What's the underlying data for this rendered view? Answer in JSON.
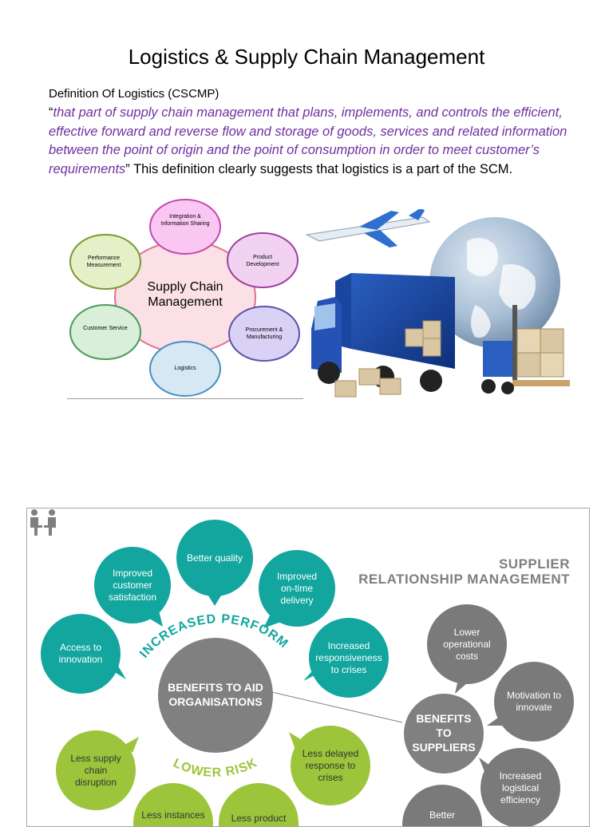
{
  "page": {
    "title": "Logistics & Supply Chain Management",
    "definition_heading": "Definition Of Logistics (CSCMP)",
    "quote_open": "“",
    "quote_text": "that part of supply chain management that plans, implements, and controls the efficient, effective forward and reverse flow and storage of goods, services and related information between the point of origin and the point of consumption in order to  meet customer’s requirements",
    "quote_close": "”",
    "tail_text": " This definition clearly suggests that logistics is a part of the SCM."
  },
  "scm_diagram": {
    "center": "Supply Chain Management",
    "nodes": [
      {
        "label": "Integration & Information Sharing",
        "color": "#f9c7f2",
        "stroke": "#c04ab0"
      },
      {
        "label": "Product Development",
        "color": "#f1d2f1",
        "stroke": "#a040a0"
      },
      {
        "label": "Procurement & Manufacturing",
        "color": "#d9d2f4",
        "stroke": "#6050b0"
      },
      {
        "label": "Logistics",
        "color": "#d5e8f4",
        "stroke": "#4a8fc0"
      },
      {
        "label": "Customer Service",
        "color": "#d9efd9",
        "stroke": "#4a9a5a"
      },
      {
        "label": "Performance Measurement",
        "color": "#e6f0c8",
        "stroke": "#7a9a30"
      }
    ]
  },
  "srm": {
    "title_line1": "SUPPLIER",
    "title_line2": "RELATIONSHIP MANAGEMENT",
    "arc_top": "INCREASED PERFORMANCE",
    "arc_bottom": "LOWER RISK",
    "center_main": "BENEFITS TO AID ORGANISATIONS",
    "center_suppliers": "BENEFITS TO SUPPLIERS",
    "teal_bubbles": [
      "Better quality",
      "Improved customer satisfaction",
      "Improved on-time delivery",
      "Access to innovation",
      "Increased responsiveness to crises"
    ],
    "green_bubbles": [
      "Less supply chain disruption",
      "Less delayed response to crises",
      "Less instances",
      "Less product"
    ],
    "grey_bubbles": [
      "Lower operational costs",
      "Motivation to innovate",
      "Increased logistical efficiency",
      "Better"
    ],
    "colors": {
      "teal": "#12a69f",
      "green": "#9cc53c",
      "grey": "#808080",
      "dark_grey": "#7a7a7a"
    }
  }
}
